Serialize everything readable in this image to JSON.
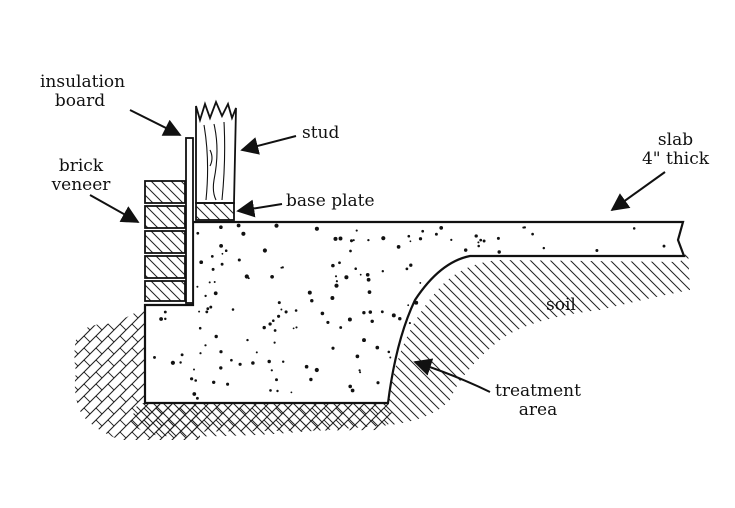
{
  "labels": {
    "insulation_board": [
      "insulation",
      "board"
    ],
    "brick_veneer": [
      "brick",
      "veneer"
    ],
    "stud": "stud",
    "base_plate": "base plate",
    "slab": [
      "slab",
      "4\" thick"
    ],
    "soil": "soil",
    "treatment_area": [
      "treatment",
      "area"
    ]
  },
  "colors": {
    "ink": "#111111",
    "paper": "#ffffff"
  }
}
